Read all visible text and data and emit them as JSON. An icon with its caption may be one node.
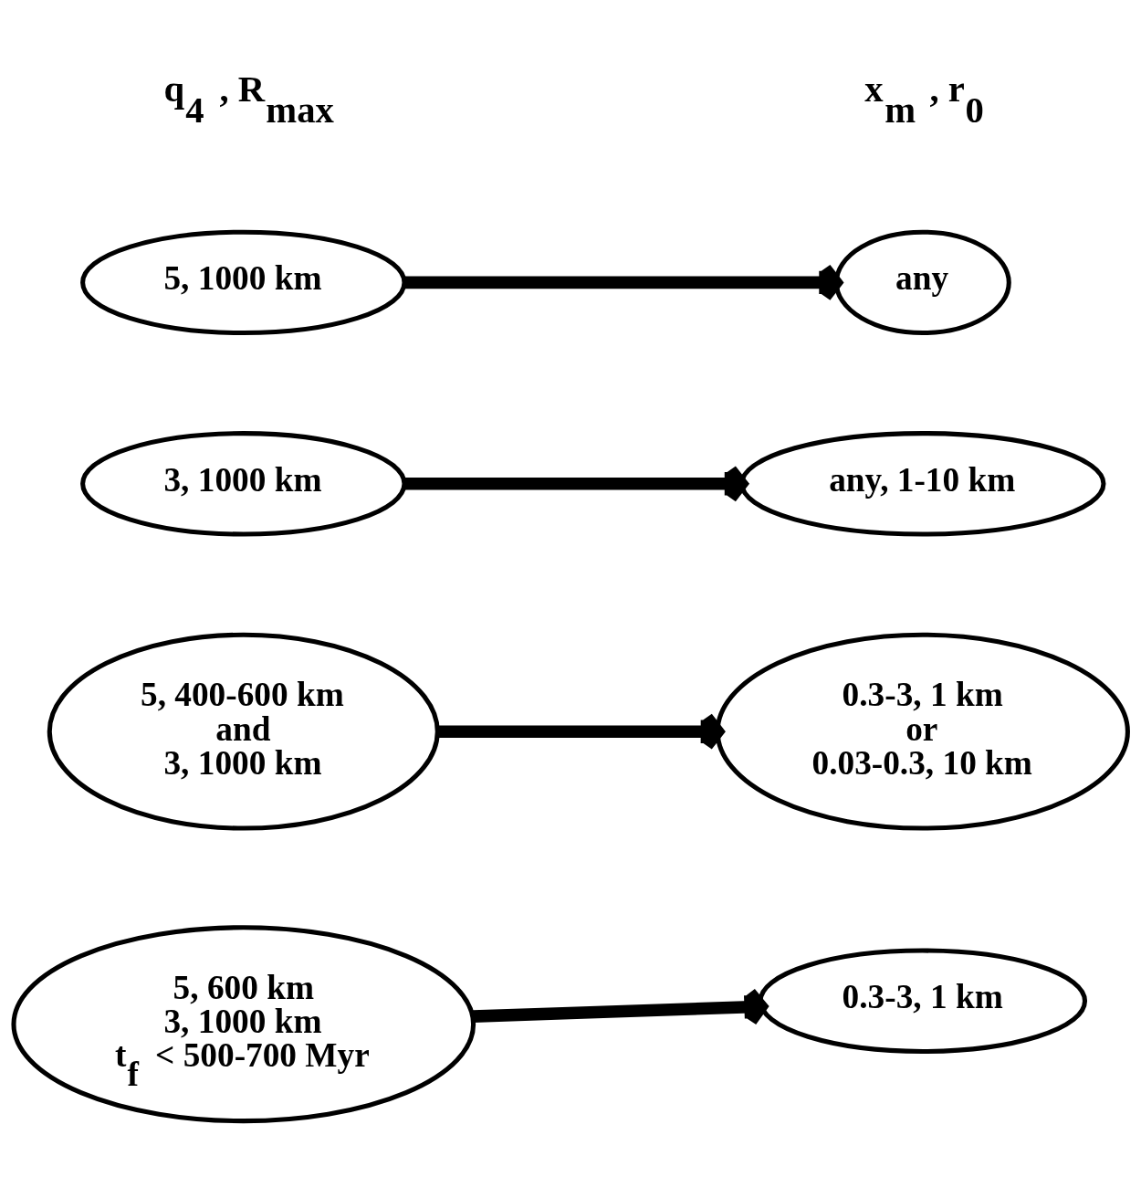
{
  "diagram": {
    "nodes": [
      {
        "text": [
          "5, 1000 km"
        ]
      },
      {
        "text": [
          "any"
        ]
      },
      {
        "text": [
          "3, 1000 km"
        ]
      },
      {
        "text": [
          "any, 1-10 km"
        ]
      },
      {
        "text": [
          "5, 400-600 km",
          "and",
          "3, 1000 km"
        ]
      },
      {
        "text": [
          "0.3-3, 1 km",
          "or",
          "0.03-0.3, 10 km"
        ]
      },
      {
        "text": [
          "5, 600 km",
          "3, 1000 km",
          "t$_{f}$ < 500-700 Myr"
        ]
      },
      {
        "text": [
          "0.3-3, 1 km"
        ]
      }
    ],
    "edges": [
      {
        "from": 0,
        "to": 1,
        "arrow": "to"
      },
      {
        "from": 2,
        "to": 3,
        "arrow": "to"
      },
      {
        "from": 4,
        "to": 5,
        "arrow": "to"
      },
      {
        "from": 6,
        "to": 7,
        "arrow": "to"
      }
    ],
    "labels": [
      "q$_{4}$ , R$_{max}$",
      "x$_{m}$ , r$_{0}$"
    ]
  }
}
